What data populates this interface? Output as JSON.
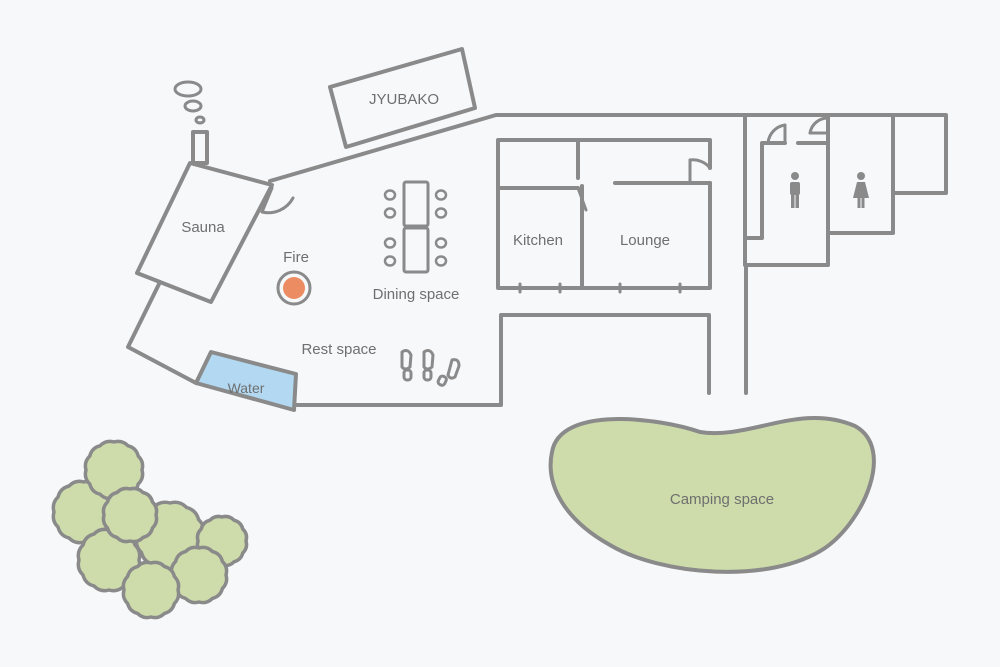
{
  "labels": {
    "jyubako": "JYUBAKO",
    "sauna": "Sauna",
    "fire": "Fire",
    "dining": "Dining space",
    "kitchen": "Kitchen",
    "lounge": "Lounge",
    "rest": "Rest space",
    "water": "Water",
    "camping": "Camping space"
  },
  "icons": [
    "male-restroom-icon",
    "female-restroom-icon",
    "footprints-icon",
    "trees-icon",
    "chair-icon",
    "smoke-icon"
  ],
  "colors": {
    "wall": "#8a8a8a",
    "background": "#f7f8fa",
    "fire": "#eb8c63",
    "water": "#b3d9f2",
    "green": "#cddcaa",
    "text": "#6f6f6f"
  }
}
